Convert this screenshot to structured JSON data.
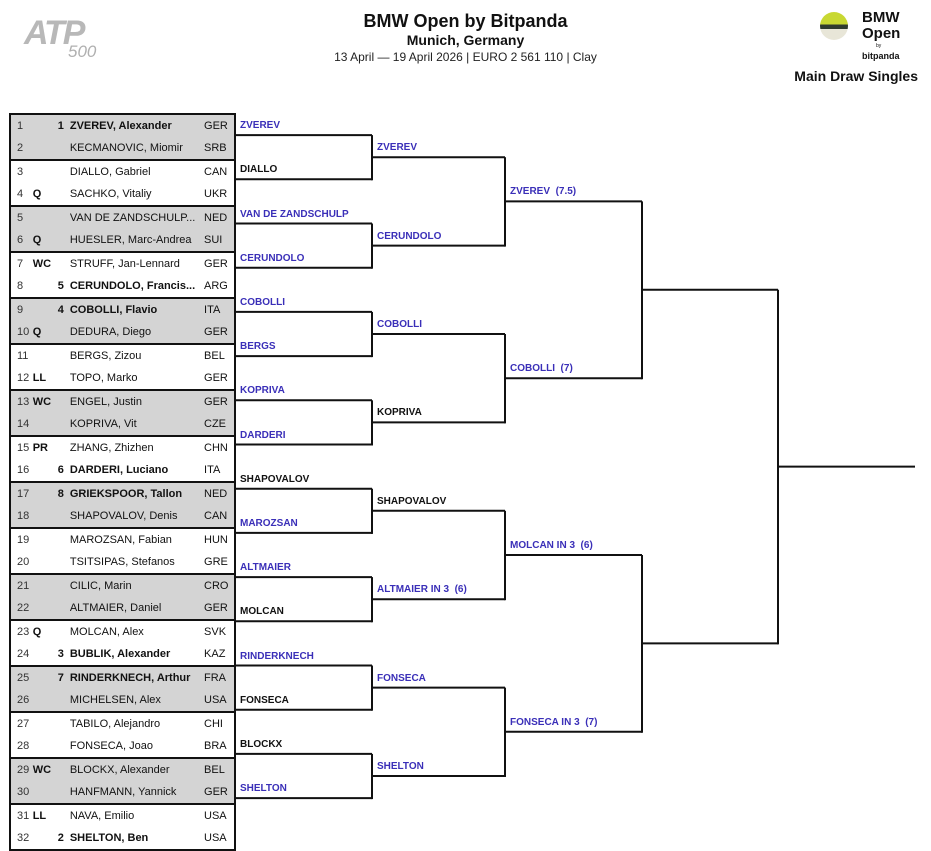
{
  "header": {
    "logo_left": {
      "text": "ATP",
      "tier": "500"
    },
    "title": "BMW Open by Bitpanda",
    "location": "Munich, Germany",
    "details": "13 April — 19 April 2026 | EURO 2 561 110 | Clay",
    "logo_right": {
      "line1": "BMW",
      "line2": "Open",
      "by": "by",
      "sponsor": "bitpanda"
    },
    "draw_title": "Main Draw Singles"
  },
  "colors": {
    "pick_blue": "#3a2fb8",
    "pick_black": "#111111",
    "row_gray": "#d4d4d4"
  },
  "players": [
    {
      "num": "1",
      "entry": "",
      "seed": "1",
      "name": "ZVEREV, Alexander",
      "country": "GER",
      "bold": true
    },
    {
      "num": "2",
      "entry": "",
      "seed": "",
      "name": "KECMANOVIC, Miomir",
      "country": "SRB"
    },
    {
      "num": "3",
      "entry": "",
      "seed": "",
      "name": "DIALLO, Gabriel",
      "country": "CAN"
    },
    {
      "num": "4",
      "entry": "Q",
      "seed": "",
      "name": "SACHKO, Vitaliy",
      "country": "UKR"
    },
    {
      "num": "5",
      "entry": "",
      "seed": "",
      "name": "VAN DE ZANDSCHULP...",
      "country": "NED"
    },
    {
      "num": "6",
      "entry": "Q",
      "seed": "",
      "name": "HUESLER, Marc-Andrea",
      "country": "SUI"
    },
    {
      "num": "7",
      "entry": "WC",
      "seed": "",
      "name": "STRUFF, Jan-Lennard",
      "country": "GER"
    },
    {
      "num": "8",
      "entry": "",
      "seed": "5",
      "name": "CERUNDOLO, Francis...",
      "country": "ARG",
      "bold": true
    },
    {
      "num": "9",
      "entry": "",
      "seed": "4",
      "name": "COBOLLI, Flavio",
      "country": "ITA",
      "bold": true
    },
    {
      "num": "10",
      "entry": "Q",
      "seed": "",
      "name": "DEDURA, Diego",
      "country": "GER"
    },
    {
      "num": "11",
      "entry": "",
      "seed": "",
      "name": "BERGS, Zizou",
      "country": "BEL"
    },
    {
      "num": "12",
      "entry": "LL",
      "seed": "",
      "name": "TOPO, Marko",
      "country": "GER"
    },
    {
      "num": "13",
      "entry": "WC",
      "seed": "",
      "name": "ENGEL, Justin",
      "country": "GER"
    },
    {
      "num": "14",
      "entry": "",
      "seed": "",
      "name": "KOPRIVA, Vit",
      "country": "CZE"
    },
    {
      "num": "15",
      "entry": "PR",
      "seed": "",
      "name": "ZHANG, Zhizhen",
      "country": "CHN"
    },
    {
      "num": "16",
      "entry": "",
      "seed": "6",
      "name": "DARDERI, Luciano",
      "country": "ITA",
      "bold": true
    },
    {
      "num": "17",
      "entry": "",
      "seed": "8",
      "name": "GRIEKSPOOR, Tallon",
      "country": "NED",
      "bold": true
    },
    {
      "num": "18",
      "entry": "",
      "seed": "",
      "name": "SHAPOVALOV, Denis",
      "country": "CAN"
    },
    {
      "num": "19",
      "entry": "",
      "seed": "",
      "name": "MAROZSAN, Fabian",
      "country": "HUN"
    },
    {
      "num": "20",
      "entry": "",
      "seed": "",
      "name": "TSITSIPAS, Stefanos",
      "country": "GRE"
    },
    {
      "num": "21",
      "entry": "",
      "seed": "",
      "name": "CILIC, Marin",
      "country": "CRO"
    },
    {
      "num": "22",
      "entry": "",
      "seed": "",
      "name": "ALTMAIER, Daniel",
      "country": "GER"
    },
    {
      "num": "23",
      "entry": "Q",
      "seed": "",
      "name": "MOLCAN, Alex",
      "country": "SVK"
    },
    {
      "num": "24",
      "entry": "",
      "seed": "3",
      "name": "BUBLIK, Alexander",
      "country": "KAZ",
      "bold": true
    },
    {
      "num": "25",
      "entry": "",
      "seed": "7",
      "name": "RINDERKNECH, Arthur",
      "country": "FRA",
      "bold": true
    },
    {
      "num": "26",
      "entry": "",
      "seed": "",
      "name": "MICHELSEN, Alex",
      "country": "USA"
    },
    {
      "num": "27",
      "entry": "",
      "seed": "",
      "name": "TABILO, Alejandro",
      "country": "CHI"
    },
    {
      "num": "28",
      "entry": "",
      "seed": "",
      "name": "FONSECA, Joao",
      "country": "BRA"
    },
    {
      "num": "29",
      "entry": "WC",
      "seed": "",
      "name": "BLOCKX, Alexander",
      "country": "BEL"
    },
    {
      "num": "30",
      "entry": "",
      "seed": "",
      "name": "HANFMANN, Yannick",
      "country": "GER"
    },
    {
      "num": "31",
      "entry": "LL",
      "seed": "",
      "name": "NAVA, Emilio",
      "country": "USA"
    },
    {
      "num": "32",
      "entry": "",
      "seed": "2",
      "name": "SHELTON, Ben",
      "country": "USA",
      "bold": true
    }
  ],
  "rounds": [
    [
      {
        "text": "ZVEREV",
        "color": "blue"
      },
      {
        "text": "DIALLO",
        "color": "black"
      },
      {
        "text": "VAN DE ZANDSCHULP",
        "color": "blue"
      },
      {
        "text": "CERUNDOLO",
        "color": "blue"
      },
      {
        "text": "COBOLLI",
        "color": "blue"
      },
      {
        "text": "BERGS",
        "color": "blue"
      },
      {
        "text": "KOPRIVA",
        "color": "blue"
      },
      {
        "text": "DARDERI",
        "color": "blue"
      },
      {
        "text": "SHAPOVALOV",
        "color": "black"
      },
      {
        "text": "MAROZSAN",
        "color": "blue"
      },
      {
        "text": "ALTMAIER",
        "color": "blue"
      },
      {
        "text": "MOLCAN",
        "color": "black"
      },
      {
        "text": "RINDERKNECH",
        "color": "blue"
      },
      {
        "text": "FONSECA",
        "color": "black"
      },
      {
        "text": "BLOCKX",
        "color": "black"
      },
      {
        "text": "SHELTON",
        "color": "blue"
      }
    ],
    [
      {
        "text": "ZVEREV",
        "color": "blue"
      },
      {
        "text": "CERUNDOLO",
        "color": "blue"
      },
      {
        "text": "COBOLLI",
        "color": "blue"
      },
      {
        "text": "KOPRIVA",
        "color": "black"
      },
      {
        "text": "SHAPOVALOV",
        "color": "black"
      },
      {
        "text": "ALTMAIER IN 3  (6)",
        "color": "blue"
      },
      {
        "text": "FONSECA",
        "color": "blue"
      },
      {
        "text": "SHELTON",
        "color": "blue"
      }
    ],
    [
      {
        "text": "ZVEREV  (7.5)",
        "color": "blue"
      },
      {
        "text": "COBOLLI  (7)",
        "color": "blue"
      },
      {
        "text": "MOLCAN IN 3  (6)",
        "color": "blue"
      },
      {
        "text": "FONSECA IN 3  (7)",
        "color": "blue"
      }
    ],
    [
      {
        "text": "",
        "color": "blue"
      },
      {
        "text": "",
        "color": "blue"
      }
    ],
    [
      {
        "text": "",
        "color": "blue"
      }
    ]
  ]
}
